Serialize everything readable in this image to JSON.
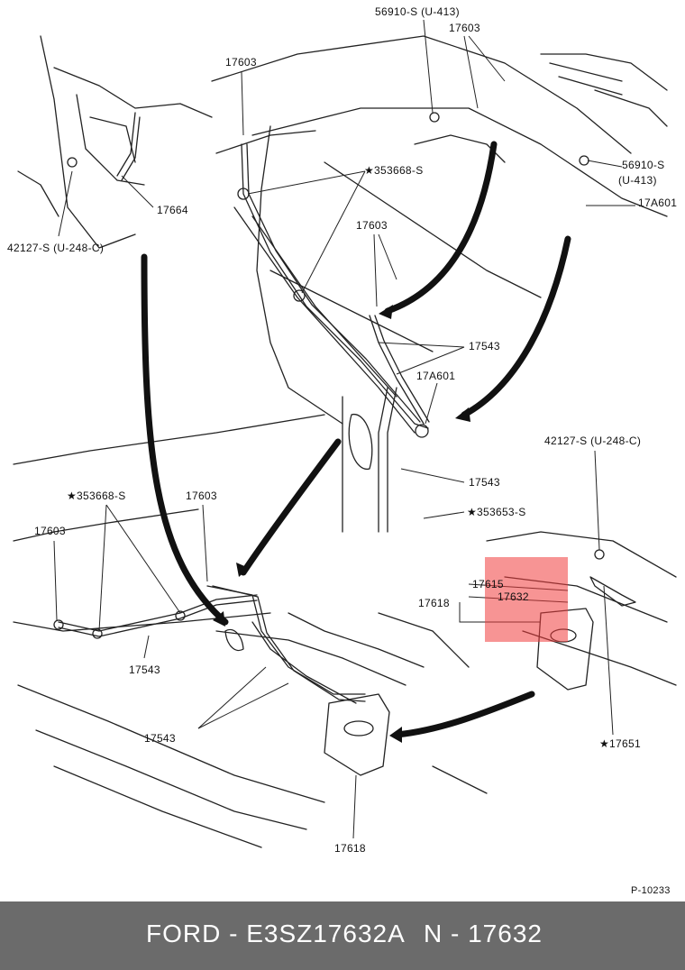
{
  "labels": {
    "l_56910_top": "56910-S (U-413)",
    "l_17603_top": "17603",
    "l_17603_left": "17603",
    "l_353668_upper": "★353668-S",
    "l_17664": "17664",
    "l_42127_left": "42127-S (U-248-C)",
    "l_56910_right": "56910-S",
    "l_u413_right": "(U-413)",
    "l_17a601_right": "17A601",
    "l_17603_mid": "17603",
    "l_17543_mid": "17543",
    "l_17a601_mid": "17A601",
    "l_42127_right": "42127-S (U-248-C)",
    "l_17543_lower": "17543",
    "l_353653": "★353653-S",
    "l_353668_lower": "★353668-S",
    "l_17603_lower_a": "17603",
    "l_17603_lower_b": "17603",
    "l_17615": "17615",
    "l_17618_right": "17618",
    "l_17632": "17632",
    "l_17543_left": "17543",
    "l_17543_bottom": "17543",
    "l_17651": "★17651",
    "l_17618_bottom": "17618",
    "l_ref": "P-10233"
  },
  "footer": {
    "left": "FORD - E3SZ17632A",
    "right": "N - 17632"
  },
  "colors": {
    "footer_bg": "#6b6b6b",
    "highlight": "#f03c3c"
  }
}
